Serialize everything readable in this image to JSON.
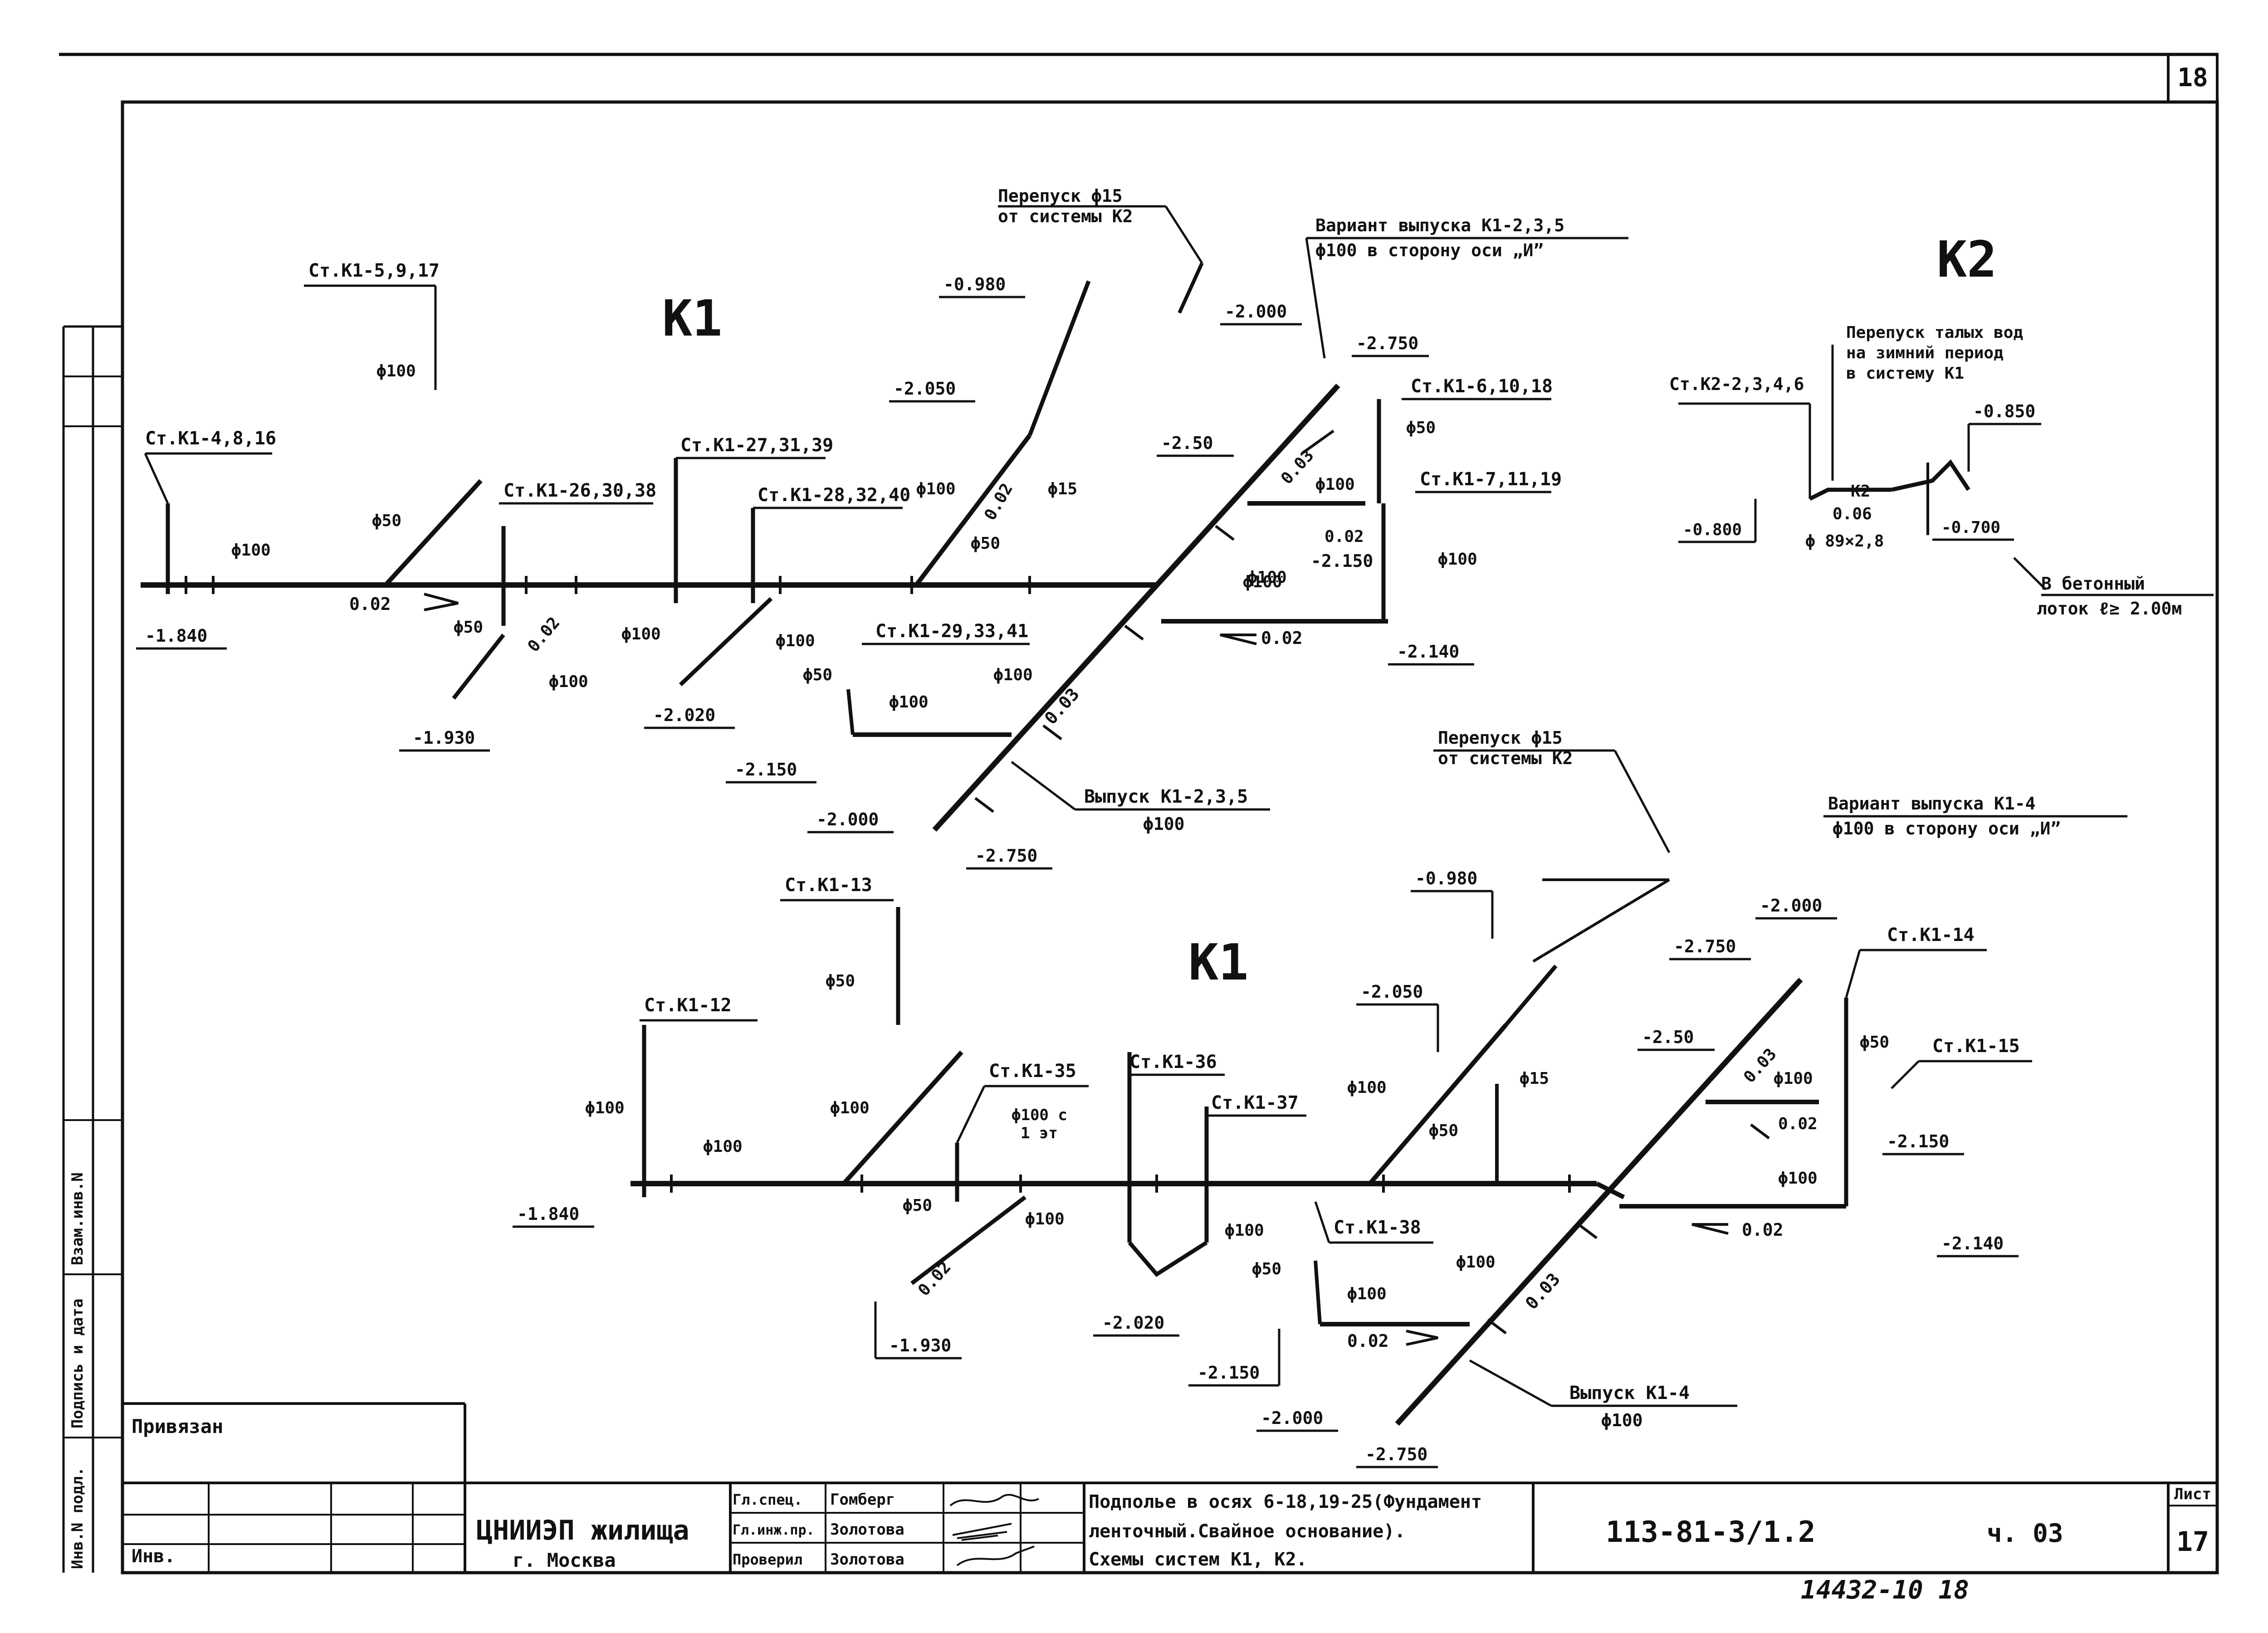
{
  "sheet": {
    "page_number": "18",
    "sheet_label": "Лист",
    "sheet_number": "17",
    "bottom_code": "14432-10 18"
  },
  "system_labels": {
    "k1_top": "К1",
    "k1_bottom": "К1",
    "k2": "К2"
  },
  "top_k1": {
    "risers": [
      "Ст.К1-5,9,17",
      "Ст.К1-4,8,16",
      "Ст.К1-26,30,38",
      "Ст.К1-27,31,39",
      "Ст.К1-28,32,40",
      "Ст.К1-29,33,41",
      "Ст.К1-6,10,18",
      "Ст.К1-7,11,19"
    ],
    "bypass": [
      "Перепуск ϕ15",
      "от системы К2"
    ],
    "variant": [
      "Вариант выпуска К1-2,3,5",
      "ϕ100  в сторону оси „И”"
    ],
    "outlet": [
      "Выпуск К1-2,3,5",
      "ϕ100"
    ],
    "elevations": [
      "-1.840",
      "-1.930",
      "-2.020",
      "-2.150",
      "-2.000",
      "-2.750",
      "-0.980",
      "-2.050",
      "-2.000",
      "-2.750",
      "-2.50",
      "-2.150",
      "-2.140"
    ],
    "diameters": [
      "ϕ100",
      "ϕ50",
      "ϕ100",
      "ϕ50",
      "ϕ100",
      "ϕ100",
      "ϕ100",
      "ϕ100",
      "ϕ50",
      "ϕ100",
      "ϕ100",
      "ϕ15",
      "ϕ50",
      "ϕ100",
      "ϕ50",
      "ϕ100",
      "ϕ100",
      "ϕ100"
    ],
    "slopes": [
      "0.02",
      "0.02",
      "0.02",
      "0.03",
      "0.03",
      "0.02",
      "0.02"
    ]
  },
  "k2": {
    "riser": "Ст.К2-2,3,4,6",
    "melt_water": [
      "Перепуск талых вод",
      "на зимний период",
      "в систему К1"
    ],
    "elevations": [
      "-0.850",
      "-0.800",
      "-0.700"
    ],
    "tag": "К2",
    "slope": "0.06",
    "pipe": "ϕ 89×2,8",
    "tray": [
      "В бетонный",
      "лоток ℓ≥ 2.00м"
    ]
  },
  "bottom_k1": {
    "risers": [
      "Ст.К1-13",
      "Ст.К1-12",
      "Ст.К1-35",
      "Ст.К1-36",
      "Ст.К1-37",
      "Ст.К1-38",
      "Ст.К1-14",
      "Ст.К1-15"
    ],
    "bypass": [
      "Перепуск ϕ15",
      "от системы К2"
    ],
    "variant": [
      "Вариант выпуска К1-4",
      "ϕ100  в сторону оси „И”"
    ],
    "outlet": [
      "Выпуск К1-4",
      "ϕ100"
    ],
    "note_35": [
      "ϕ100 с",
      "1 эт"
    ],
    "elevations": [
      "-1.840",
      "-1.930",
      "-2.020",
      "-2.150",
      "-2.000",
      "-2.750",
      "-0.980",
      "-2.050",
      "-2.000",
      "-2.750",
      "-2.50",
      "-2.150",
      "-2.140"
    ],
    "diameters": [
      "ϕ50",
      "ϕ100",
      "ϕ100",
      "ϕ100",
      "ϕ50",
      "ϕ100",
      "ϕ100",
      "ϕ50",
      "ϕ100",
      "ϕ100",
      "ϕ50",
      "ϕ15",
      "ϕ100",
      "ϕ50",
      "ϕ100",
      "ϕ100"
    ],
    "slopes": [
      "0.02",
      "0.02",
      "0.02",
      "0.03",
      "0.03",
      "0.02"
    ]
  },
  "side_stamp": [
    "Инв.N подл.",
    "Подпись и дата",
    "Взам.инв.N"
  ],
  "title_block": {
    "privyazan": "Привязан",
    "inv": "Инв.",
    "org": "ЦНИИЭП жилища",
    "city": "г. Москва",
    "roles": [
      "Гл.спец.",
      "Гл.инж.пр.",
      "Проверил"
    ],
    "names": [
      "Гомберг",
      "Золотова",
      "Золотова"
    ],
    "title_lines": [
      "Подполье в осях 6-18,19-25(Фундамент",
      "ленточный.Свайное основание).",
      "Схемы систем К1, К2."
    ],
    "code": "113-81-3/1.2",
    "part": "ч. 03"
  }
}
